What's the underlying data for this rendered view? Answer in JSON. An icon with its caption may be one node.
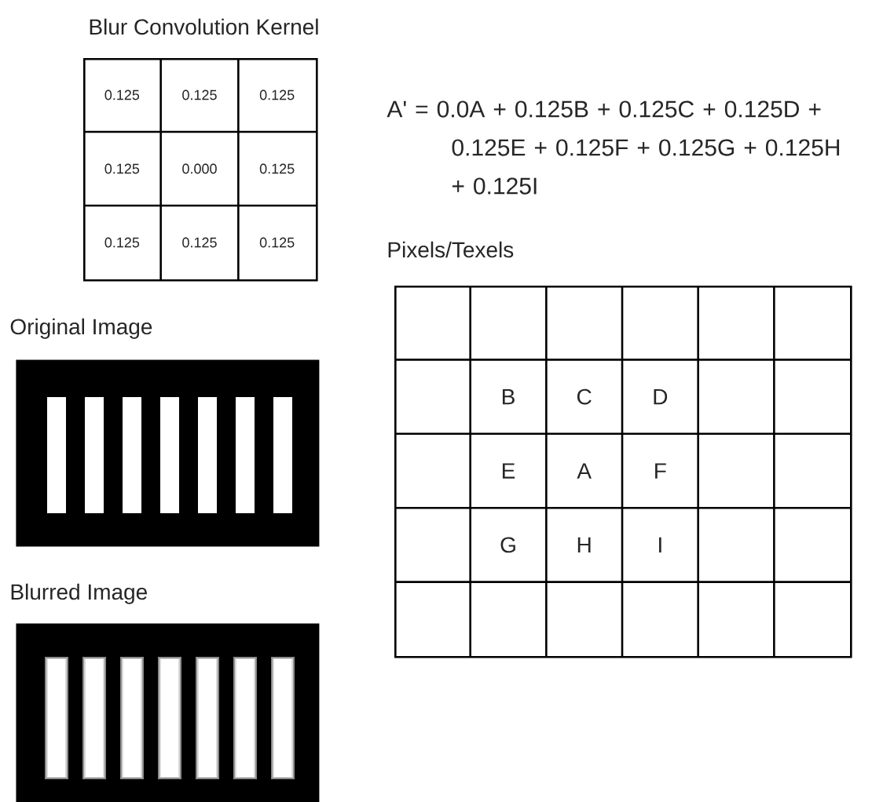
{
  "diagram": {
    "nodes": [
      {
        "text": [
          "Blur Convolution Kernel"
        ]
      },
      {
        "text": [
          "Pixels/Texels"
        ]
      },
      {
        "text": [
          "Original Image"
        ]
      },
      {
        "text": [
          "Blurred Image"
        ]
      }
    ],
    "labels": [
      "0.125",
      "0.125",
      "0.125",
      "0.125",
      "0.000",
      "0.125",
      "0.125",
      "0.125",
      "0.125",
      "A' = 0.0A + 0.125B + 0.125C + 0.125D + 0.125E + 0.125F + 0.125G + 0.125H + 0.125I",
      "B",
      "C",
      "D",
      "E",
      "A",
      "F",
      "G",
      "H",
      "I"
    ]
  }
}
